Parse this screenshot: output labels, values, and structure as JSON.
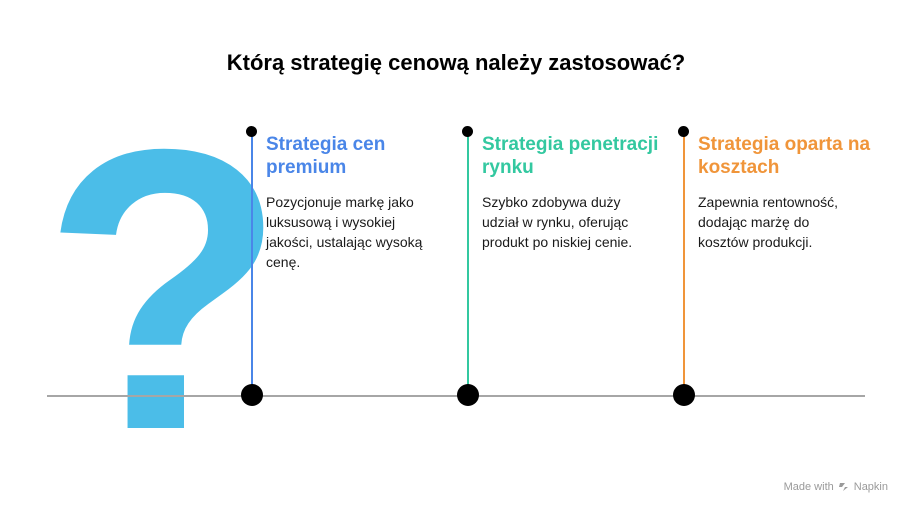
{
  "title": "Którą strategię cenową należy zastosować?",
  "question_mark": {
    "glyph": "?",
    "color": "#4bbde8"
  },
  "columns": [
    {
      "title": "Strategia cen premium",
      "description": "Pozycjonuje markę jako luksusową i wysokiej jakości, ustalając wysoką cenę.",
      "color": "#4a86e8"
    },
    {
      "title": "Strategia penetracji rynku",
      "description": "Szybko zdobywa duży udział w rynku, oferując produkt po niskiej cenie.",
      "color": "#33c8a0"
    },
    {
      "title": "Strategia oparta na kosztach",
      "description": "Zapewnia rentowność, dodając marżę do kosztów produkcji.",
      "color": "#f0953a"
    }
  ],
  "footer": {
    "made_with": "Made with",
    "brand": "Napkin"
  }
}
